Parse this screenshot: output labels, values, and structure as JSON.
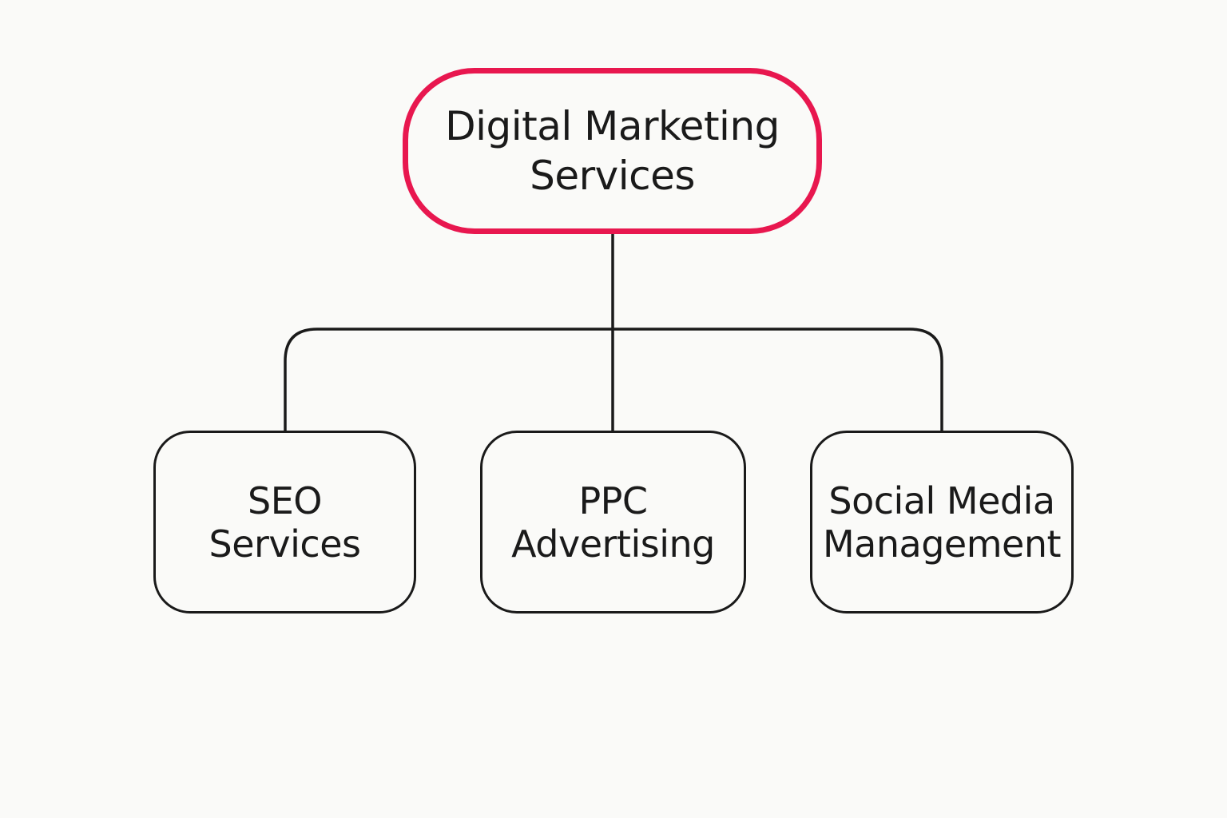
{
  "diagram": {
    "root": {
      "lines": [
        "Digital Marketing",
        "Services"
      ],
      "border_color": "#e8174f"
    },
    "children": [
      {
        "lines": [
          "SEO",
          "Services"
        ]
      },
      {
        "lines": [
          "PPC",
          "Advertising"
        ]
      },
      {
        "lines": [
          "Social Media",
          "Management"
        ]
      }
    ],
    "line_color": "#1a1a1a"
  }
}
